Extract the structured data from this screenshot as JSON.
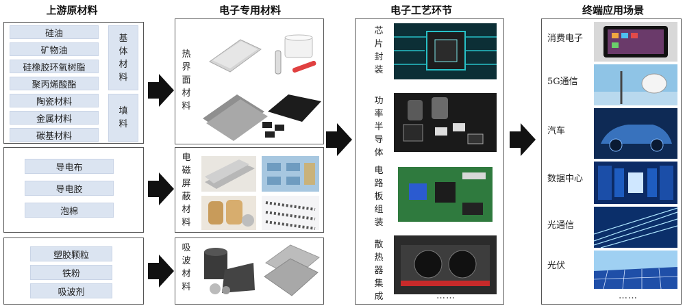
{
  "titles": {
    "upstream": "上游原材料",
    "materials": "电子专用材料",
    "process": "电子工艺环节",
    "apps": "终端应用场景"
  },
  "upstream": {
    "base_items": [
      "硅油",
      "矿物油",
      "硅橡胶环氧树脂",
      "聚丙烯酸酯"
    ],
    "base_label": [
      "基",
      "体",
      "材",
      "料"
    ],
    "filler_items": [
      "陶瓷材料",
      "金属材料",
      "碳基材料"
    ],
    "filler_label": [
      "填",
      "料"
    ],
    "group2": [
      "导电布",
      "导电胶",
      "泡棉"
    ],
    "group3": [
      "塑胶颗粒",
      "铁粉",
      "吸波剂"
    ]
  },
  "materials": {
    "thermal": "热界面材料",
    "emi": "电磁屏蔽材料",
    "absorb": "吸波材料"
  },
  "process": {
    "chip": "芯片封装",
    "power": "功率半导体",
    "pcb": "电路板组装",
    "heat": "散热器集成",
    "more": "……"
  },
  "apps": {
    "items": [
      "消费电子",
      "5G通信",
      "汽车",
      "数据中心",
      "光通信",
      "光伏"
    ],
    "more": "……"
  }
}
